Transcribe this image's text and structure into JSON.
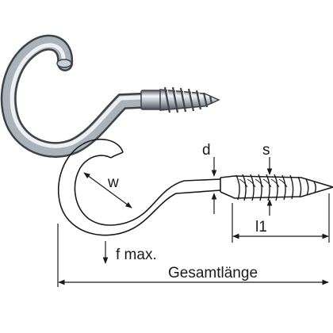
{
  "labels": {
    "width": "w",
    "wire_diameter": "d",
    "thread_pitch": "s",
    "thread_length": "l1",
    "opening": "f max.",
    "total_length": "Gesamtlänge"
  },
  "colors": {
    "steel_light": "#f4f6f8",
    "steel_mid": "#b8c0c8",
    "steel_dark": "#5a6068",
    "line": "#1a1a1a"
  }
}
